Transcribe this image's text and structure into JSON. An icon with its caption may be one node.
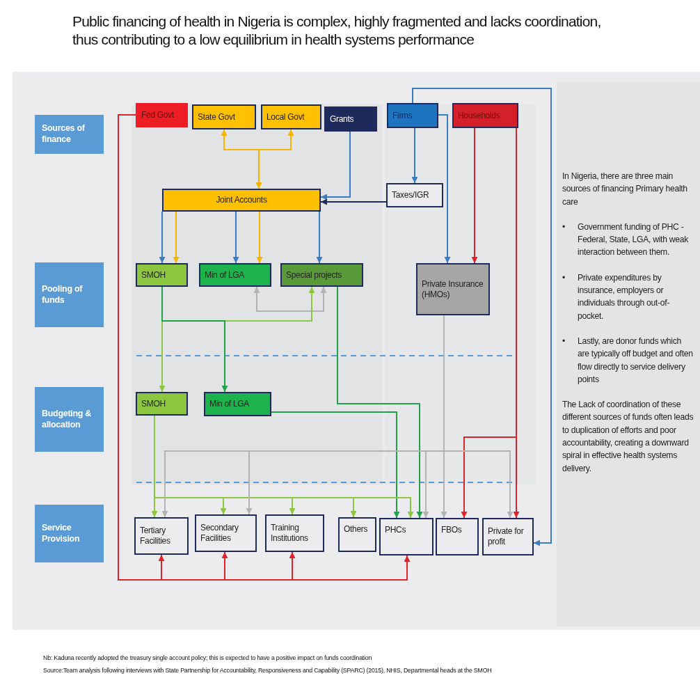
{
  "diagram": {
    "title": "Public financing of health in Nigeria is complex, highly fragmented and lacks coordination, thus contributing to a low equilibrium in health systems performance",
    "nodes": [
      {
        "text": [
          "Sources of finance"
        ]
      },
      {
        "text": [
          "Pooling of funds"
        ]
      },
      {
        "text": [
          "Budgeting & allocation"
        ]
      },
      {
        "text": [
          "Service Provision"
        ]
      },
      {
        "text": [
          "Fed Govt"
        ]
      },
      {
        "text": [
          "State Govt"
        ]
      },
      {
        "text": [
          "Local Govt"
        ]
      },
      {
        "text": [
          "Grants"
        ]
      },
      {
        "text": [
          "Firms"
        ]
      },
      {
        "text": [
          "Households"
        ]
      },
      {
        "text": [
          "Taxes/IGR"
        ]
      },
      {
        "text": [
          "Joint Accounts"
        ]
      },
      {
        "text": [
          "SMOH"
        ]
      },
      {
        "text": [
          "Min of LGA"
        ]
      },
      {
        "text": [
          "Special projects"
        ]
      },
      {
        "text": [
          "Private Insurance (HMOs)"
        ]
      },
      {
        "text": [
          "SMOH"
        ]
      },
      {
        "text": [
          "Min of LGA"
        ]
      },
      {
        "text": [
          "Tertiary Facilities"
        ]
      },
      {
        "text": [
          "Secondary Facilities"
        ]
      },
      {
        "text": [
          "Training Institutions"
        ]
      },
      {
        "text": [
          "Others"
        ]
      },
      {
        "text": [
          "PHCs"
        ]
      },
      {
        "text": [
          "FBOs"
        ]
      },
      {
        "text": [
          "Private for profit"
        ]
      }
    ],
    "edges": [
      {
        "from": 5,
        "to": 11,
        "arrow": "both",
        "color": "#f5b400"
      },
      {
        "from": 6,
        "to": 11,
        "arrow": "both",
        "color": "#f5b400"
      },
      {
        "from": 7,
        "to": 11,
        "arrow": "to",
        "color": "#3b7dc4"
      },
      {
        "from": 10,
        "to": 11,
        "arrow": "to",
        "color": "#1f2a5c"
      },
      {
        "from": 8,
        "to": 10,
        "arrow": "to",
        "color": "#3b7dc4"
      },
      {
        "from": 8,
        "to": 15,
        "arrow": "to",
        "color": "#3b7dc4"
      },
      {
        "from": 9,
        "to": 15,
        "arrow": "to",
        "color": "#e0242b"
      },
      {
        "from": 8,
        "to": 24,
        "arrow": "to",
        "color": "#3b7dc4"
      },
      {
        "from": 9,
        "to": 24,
        "arrow": "to",
        "color": "#e0242b"
      },
      {
        "from": 9,
        "to": 23,
        "arrow": "to",
        "color": "#e0242b"
      },
      {
        "from": 4,
        "to": 18,
        "arrow": "to",
        "color": "#e0242b"
      },
      {
        "from": 4,
        "to": 19,
        "arrow": "to",
        "color": "#e0242b"
      },
      {
        "from": 4,
        "to": 20,
        "arrow": "to",
        "color": "#e0242b"
      },
      {
        "from": 4,
        "to": 22,
        "arrow": "to",
        "color": "#e0242b"
      },
      {
        "from": 11,
        "to": 12,
        "arrow": "to",
        "color": "#3b7dc4"
      },
      {
        "from": 11,
        "to": 12,
        "arrow": "to",
        "color": "#f5b400"
      },
      {
        "from": 11,
        "to": 13,
        "arrow": "to",
        "color": "#3b7dc4"
      },
      {
        "from": 11,
        "to": 13,
        "arrow": "to",
        "color": "#f5b400"
      },
      {
        "from": 11,
        "to": 14,
        "arrow": "to",
        "color": "#3b7dc4"
      },
      {
        "from": 13,
        "to": 14,
        "arrow": "both",
        "color": "#b3b3b3"
      },
      {
        "from": 12,
        "to": 14,
        "arrow": "to",
        "color": "#8dc63f"
      },
      {
        "from": 12,
        "to": 16,
        "arrow": "to",
        "color": "#8dc63f"
      },
      {
        "from": 12,
        "to": 17,
        "arrow": "to",
        "color": "#1fa24a"
      },
      {
        "from": 14,
        "to": 22,
        "arrow": "to",
        "color": "#1fa24a"
      },
      {
        "from": 17,
        "to": 22,
        "arrow": "to",
        "color": "#1fa24a"
      },
      {
        "from": 16,
        "to": 18,
        "arrow": "to",
        "color": "#8dc63f"
      },
      {
        "from": 16,
        "to": 19,
        "arrow": "to",
        "color": "#8dc63f"
      },
      {
        "from": 16,
        "to": 20,
        "arrow": "to",
        "color": "#8dc63f"
      },
      {
        "from": 16,
        "to": 21,
        "arrow": "to",
        "color": "#8dc63f"
      },
      {
        "from": 16,
        "to": 22,
        "arrow": "to",
        "color": "#8dc63f"
      },
      {
        "from": 15,
        "to": 18,
        "arrow": "to",
        "color": "#b3b3b3"
      },
      {
        "from": 15,
        "to": 19,
        "arrow": "to",
        "color": "#b3b3b3"
      },
      {
        "from": 15,
        "to": 22,
        "arrow": "to",
        "color": "#b3b3b3"
      },
      {
        "from": 15,
        "to": 23,
        "arrow": "to",
        "color": "#b3b3b3"
      },
      {
        "from": 15,
        "to": 24,
        "arrow": "to",
        "color": "#b3b3b3"
      }
    ],
    "labels": [
      "In Nigeria, there are three main sources of financing Primary health care",
      "•",
      "Government funding of PHC - Federal, State, LGA, with weak interaction between them.",
      "•",
      "Private expenditures by insurance, employers or individuals through out-of-pocket.",
      "•",
      "Lastly, are donor funds which are typically off budget and often flow directly to service delivery points",
      "The Lack of coordination of these different sources of funds often leads to duplication of efforts and poor accountability, creating a downward spiral in effective health systems delivery.",
      "Nb: Kaduna recently adopted the treasury single account policy; this is expected to have a positive impact on funds coordination",
      "Source:Team analysis following interviews with State Partnership for Accountability, Responsiveness and Capability (SPARC) (2015), NHIS, Departmental heads at the SMOH"
    ]
  }
}
